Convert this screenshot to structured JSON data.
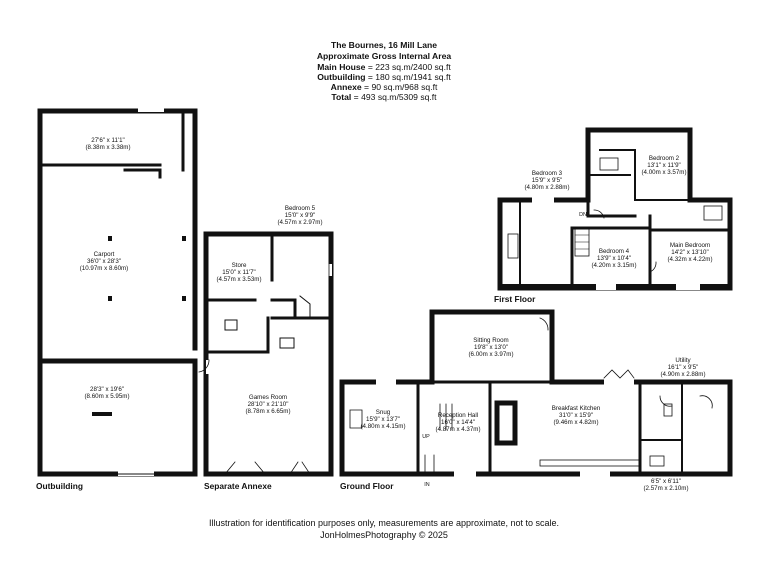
{
  "header": {
    "title": "The Bournes, 16 Mill Lane",
    "subtitle": "Approximate Gross Internal Area",
    "main_label": "Main House",
    "main_value": " = 223 sq.m/2400 sq.ft",
    "out_label": "Outbuilding",
    "out_value": " = 180 sq.m/1941 sq.ft",
    "annexe_label": "Annexe",
    "annexe_value": " = 90 sq.m/968 sq.ft",
    "total_label": "Total",
    "total_value": " = 493 sq.m/5309 sq.ft"
  },
  "floors": {
    "outbuilding": "Outbuilding",
    "annexe": "Separate Annexe",
    "ground": "Ground Floor",
    "first": "First Floor"
  },
  "rooms": {
    "out_top": {
      "name": "",
      "imp": "27'6\" x 11'1\"",
      "met": "(8.38m x 3.38m)"
    },
    "carport": {
      "name": "Carport",
      "imp": "36'0\" x 28'3\"",
      "met": "(10.97m x 8.60m)"
    },
    "out_lower": {
      "name": "",
      "imp": "28'3\" x 19'6\"",
      "met": "(8.60m x 5.95m)"
    },
    "bedroom5": {
      "name": "Bedroom 5",
      "imp": "15'0\" x 9'9\"",
      "met": "(4.57m x 2.97m)"
    },
    "store": {
      "name": "Store",
      "imp": "15'0\" x 11'7\"",
      "met": "(4.57m x 3.53m)"
    },
    "games": {
      "name": "Games Room",
      "imp": "28'10\" x 21'10\"",
      "met": "(8.78m x 6.65m)"
    },
    "snug": {
      "name": "Snug",
      "imp": "15'9\" x 13'7\"",
      "met": "(4.80m x 4.15m)"
    },
    "reception": {
      "name": "Reception Hall",
      "imp": "16'0\" x 14'4\"",
      "met": "(4.87m x 4.37m)"
    },
    "sitting": {
      "name": "Sitting Room",
      "imp": "19'8\" x 13'0\"",
      "met": "(6.00m x 3.97m)"
    },
    "kitchen": {
      "name": "Breakfast Kitchen",
      "imp": "31'0\" x 15'9\"",
      "met": "(9.46m x 4.82m)"
    },
    "utility": {
      "name": "Utility",
      "imp": "16'1\" x 9'5\"",
      "met": "(4.90m x 2.88m)"
    },
    "side": {
      "name": "",
      "imp": "6'5\" x 6'11\"",
      "met": "(2.57m x 2.10m)"
    },
    "bedroom3": {
      "name": "Bedroom 3",
      "imp": "15'9\" x 9'5\"",
      "met": "(4.80m x 2.88m)"
    },
    "bedroom2": {
      "name": "Bedroom 2",
      "imp": "13'1\" x 11'9\"",
      "met": "(4.00m x 3.57m)"
    },
    "bedroom4": {
      "name": "Bedroom 4",
      "imp": "13'9\" x 10'4\"",
      "met": "(4.20m x 3.15m)"
    },
    "mainbed": {
      "name": "Main Bedroom",
      "imp": "14'2\" x 13'10\"",
      "met": "(4.32m x 4.22m)"
    }
  },
  "markers": {
    "up": "UP",
    "dn": "DN",
    "in": "IN"
  },
  "footer": {
    "disclaimer": "Illustration for identification purposes only, measurements are approximate, not to scale.",
    "credit": "JonHolmesPhotography © 2025"
  }
}
